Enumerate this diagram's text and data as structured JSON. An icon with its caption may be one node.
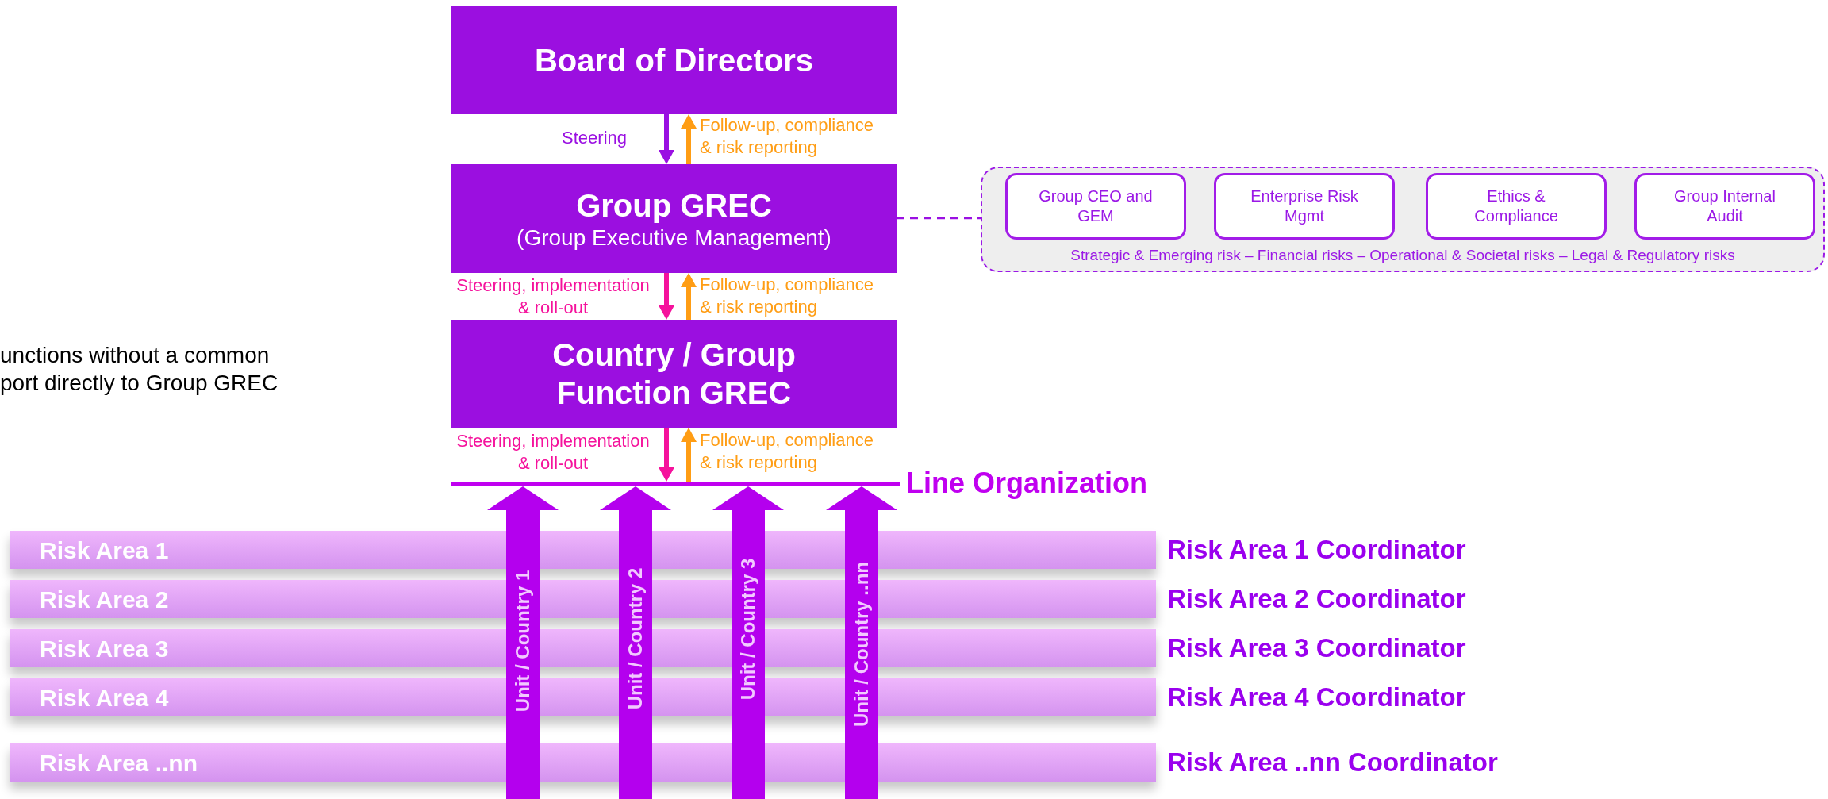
{
  "diagram": {
    "nodes": [
      {
        "text": [
          "Board of Directors"
        ]
      },
      {
        "text": [
          "Group GREC",
          "(Group Executive Management)"
        ]
      },
      {
        "text": [
          "Country / Group Function GREC"
        ]
      },
      {
        "text": [
          "Strategic & Emerging risk – Financial risks – Operational & Societal risks – Legal & Regulatory risks"
        ]
      },
      {
        "text": [
          "Group CEO and GEM"
        ],
        "in": 3
      },
      {
        "text": [
          "Enterprise Risk Mgmt"
        ],
        "in": 3
      },
      {
        "text": [
          "Ethics & Compliance"
        ],
        "in": 3
      },
      {
        "text": [
          "Group Internal Audit"
        ],
        "in": 3
      },
      {
        "text": [],
        "shape": "bar",
        "beside": [
          "Line Organization"
        ]
      },
      {
        "text": [
          "Risk Area 1"
        ],
        "beside": [
          "Risk Area 1 Coordinator"
        ]
      },
      {
        "text": [
          "Risk Area 2"
        ],
        "beside": [
          "Risk Area 2 Coordinator"
        ]
      },
      {
        "text": [
          "Risk Area 3"
        ],
        "beside": [
          "Risk Area 3 Coordinator"
        ]
      },
      {
        "text": [
          "Risk Area 4"
        ],
        "beside": [
          "Risk Area 4 Coordinator"
        ]
      },
      {
        "text": [
          "Risk Area ..nn"
        ],
        "beside": [
          "Risk Area ..nn Coordinator"
        ]
      }
    ],
    "edges": [
      {
        "from": 0,
        "to": 1,
        "arrow": "to",
        "label": "Steering",
        "color": "#9a10e2"
      },
      {
        "from": 1,
        "to": 0,
        "arrow": "to",
        "label": "Follow-up, compliance & risk reporting",
        "color": "#ff9d14"
      },
      {
        "from": 1,
        "to": 2,
        "arrow": "to",
        "label": "Steering, implementation & roll-out",
        "color": "#f5129c"
      },
      {
        "from": 2,
        "to": 1,
        "arrow": "to",
        "label": "Follow-up, compliance & risk reporting",
        "color": "#ff9d14"
      },
      {
        "from": 2,
        "to": 8,
        "arrow": "to",
        "label": "Steering, implementation & roll-out",
        "color": "#f5129c"
      },
      {
        "from": 8,
        "to": 2,
        "arrow": "to",
        "label": "Follow-up, compliance & risk reporting",
        "color": "#ff9d14"
      },
      {
        "from": 1,
        "to": 3,
        "arrow": "none",
        "style": "dashed",
        "color": "#9a10e2"
      },
      {
        "from": null,
        "to": 8,
        "arrow": "to",
        "label": "Unit / Country 1",
        "style": "thick",
        "color": "#b400ee"
      },
      {
        "from": null,
        "to": 8,
        "arrow": "to",
        "label": "Unit / Country 2",
        "style": "thick",
        "color": "#b400ee"
      },
      {
        "from": null,
        "to": 8,
        "arrow": "to",
        "label": "Unit / Country 3",
        "style": "thick",
        "color": "#b400ee"
      },
      {
        "from": null,
        "to": 8,
        "arrow": "to",
        "label": "Unit / Country ..nn",
        "style": "thick",
        "color": "#b400ee"
      }
    ],
    "labels": [
      "unctions without a common port directly to Group GREC"
    ]
  }
}
